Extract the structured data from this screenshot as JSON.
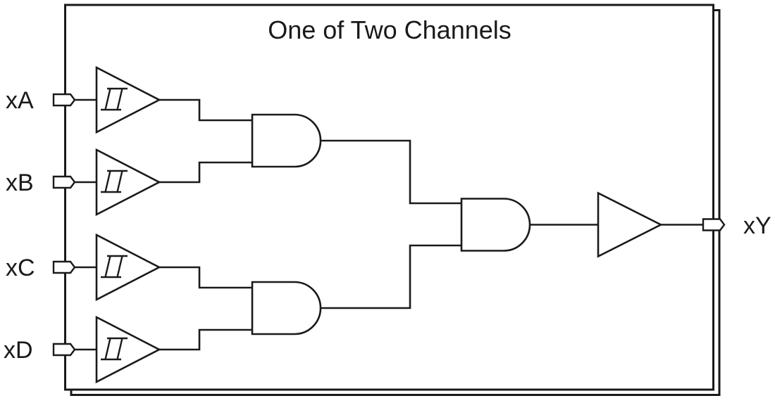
{
  "diagram": {
    "title": "One of Two Channels",
    "inputs": [
      {
        "label": "xA"
      },
      {
        "label": "xB"
      },
      {
        "label": "xC"
      },
      {
        "label": "xD"
      }
    ],
    "output": {
      "label": "xY"
    },
    "components": {
      "input_buffer_icon": "schmitt-trigger-buffer",
      "and_gate_icon": "and-gate",
      "output_buffer_icon": "buffer",
      "io_pin_icon": "pin"
    },
    "colors": {
      "line": "#1a1a1a",
      "background": "#ffffff"
    }
  }
}
